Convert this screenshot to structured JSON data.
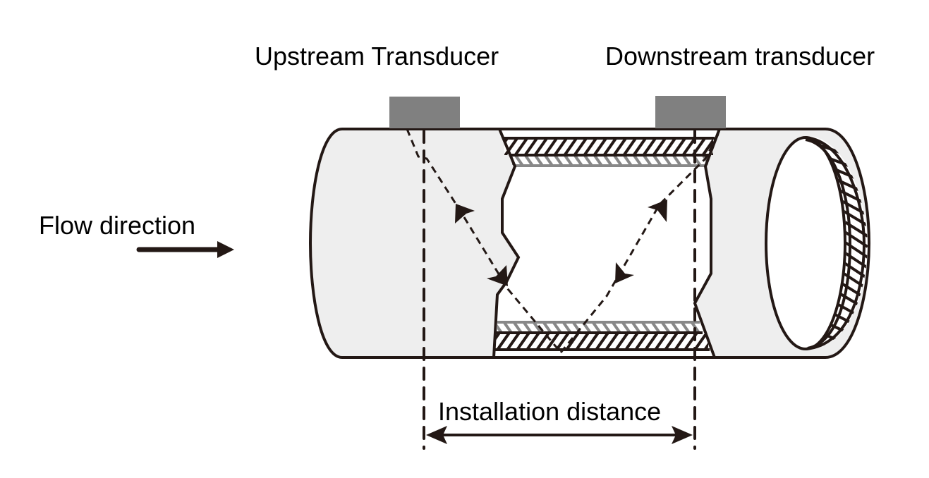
{
  "diagram": {
    "title": "Ultrasonic flowmeter transducer installation (Z-method / reflection path)",
    "labels": {
      "upstream_transducer": "Upstream Transducer",
      "downstream_transducer": "Downstream transducer",
      "flow_direction": "Flow direction",
      "installation_distance": "Installation distance"
    },
    "colors": {
      "line": "#231815",
      "pipe_fill": "#eeeeee",
      "transducer": "#808080",
      "liner_gray": "#888888",
      "background": "#ffffff"
    },
    "components": [
      {
        "id": "pipe",
        "name": "Pipe body (cutaway)"
      },
      {
        "id": "upstream-transducer",
        "name": "Upstream transducer block"
      },
      {
        "id": "downstream-transducer",
        "name": "Downstream transducer block"
      },
      {
        "id": "pipe-wall-top",
        "name": "Pipe wall (hatched) top"
      },
      {
        "id": "pipe-wall-bottom",
        "name": "Pipe wall (hatched) bottom"
      },
      {
        "id": "pipe-opening",
        "name": "Pipe end opening with hatched wall"
      },
      {
        "id": "signal-path",
        "name": "Ultrasonic signal path (dashed, bidirectional)"
      },
      {
        "id": "flow-arrow",
        "name": "Flow direction arrow"
      },
      {
        "id": "distance-dimension",
        "name": "Installation distance dimension line"
      }
    ]
  }
}
